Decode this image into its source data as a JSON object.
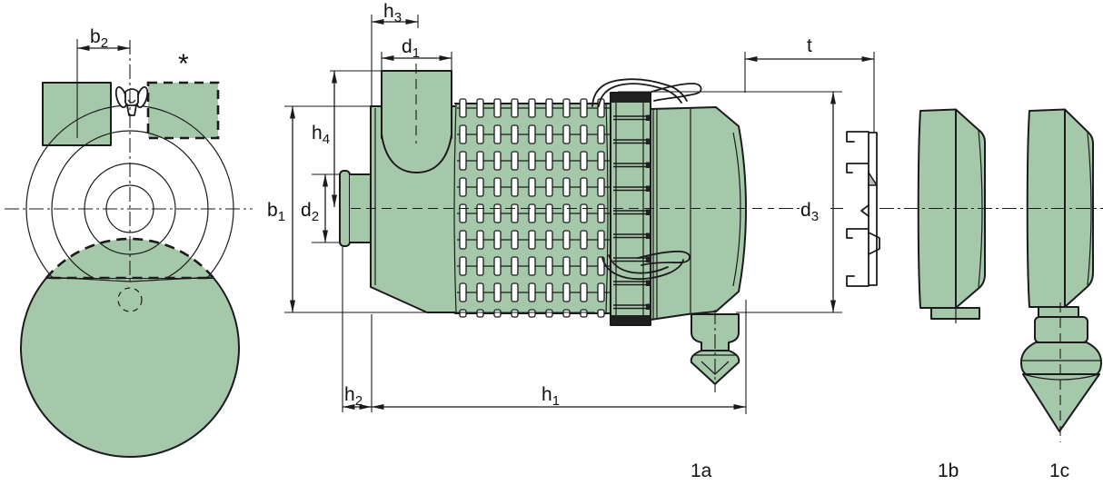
{
  "drawing": {
    "title": "air-filter-dimension-drawing",
    "colors": {
      "body": "#a6c8aa",
      "line": "#1b1b1b",
      "dark": "#202020",
      "background": "#ffffff"
    },
    "dimensions": {
      "b2": {
        "main": "b",
        "sub": "2"
      },
      "h3": {
        "main": "h",
        "sub": "3"
      },
      "d1": {
        "main": "d",
        "sub": "1"
      },
      "h4": {
        "main": "h",
        "sub": "4"
      },
      "b1": {
        "main": "b",
        "sub": "1"
      },
      "d2": {
        "main": "d",
        "sub": "2"
      },
      "h2": {
        "main": "h",
        "sub": "2"
      },
      "h1": {
        "main": "h",
        "sub": "1"
      },
      "d3": {
        "main": "d",
        "sub": "3"
      },
      "t": {
        "main": "t",
        "sub": ""
      }
    },
    "annotations": {
      "star": "*"
    },
    "views": {
      "side": {
        "label": "1a"
      },
      "cover": {
        "label": "1b"
      },
      "ejector_cover": {
        "label": "1c"
      }
    }
  }
}
